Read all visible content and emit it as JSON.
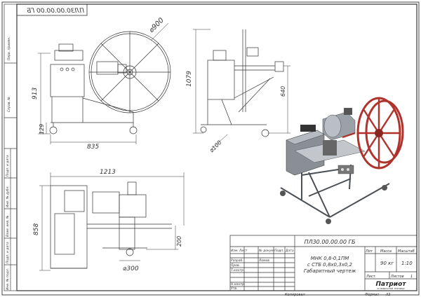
{
  "drawing": {
    "stamp_top_mirrored": "ПЛ30.00.00.00 ГБ",
    "designation": "ПЛ30.00.00.00 ГБ",
    "title_line1": "МНК 0,8-0,1ПМ",
    "title_line2": "с СТБ 0,8х0,3х0,2",
    "title_line3": "Габаритный чертеж",
    "mass": "90 кг",
    "scale": "1:10",
    "col_lit": "Лит",
    "col_mass": "Масса",
    "col_scale": "Масштаб",
    "sheet_label": "Лист",
    "sheets_label": "Листов",
    "sheets_count": "1",
    "logo": "Патриот",
    "logo_sub": "и сварочной техники",
    "copied": "Копировал",
    "format": "Формат",
    "format_value": "A3"
  },
  "title_block": {
    "rows": [
      "Изм. Лист",
      "Разраб.",
      "Пров.",
      "Т.контр.",
      "",
      "Н.контр.",
      "Утв."
    ],
    "col_doc": "№ докум.",
    "col_sign": "Подп.",
    "col_date": "Дата",
    "developer_sign": "Ломов"
  },
  "left_strip": [
    "Перв. примен.",
    "Справ. №",
    "Подп. и дата",
    "Инв. № дубл.",
    "Взам. инв. №",
    "Подп. и дата",
    "Инв. № подл."
  ],
  "dimensions": {
    "wheel_diameter_front": "⌀900",
    "height_front": "913",
    "bottom_height": "129",
    "width_front": "835",
    "height_side": "1079",
    "height_side_inner": "640",
    "caster_diameter": "⌀100",
    "width_top": "1213",
    "depth_top": "858",
    "table_top": "200",
    "spool_top": "⌀300"
  },
  "colors": {
    "line": "#333333",
    "frame_3d": "#8a8f96",
    "reel_3d": "#b0322d",
    "motor_3d": "#9aa1a8"
  }
}
